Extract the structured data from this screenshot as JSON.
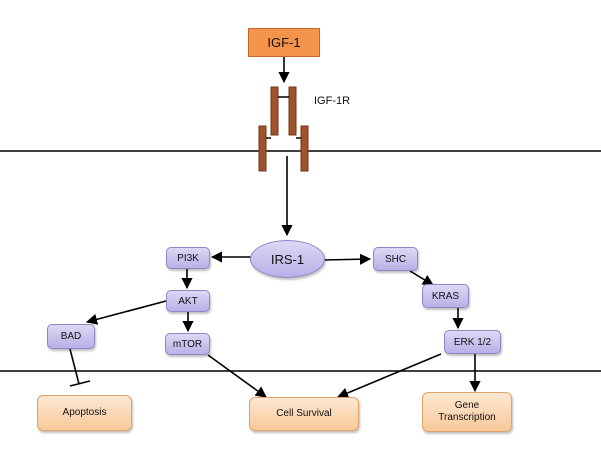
{
  "ligand": "IGF-1",
  "receptor": "IGF-1R",
  "hub": "IRS-1",
  "proteins": {
    "pi3k": "PI3K",
    "akt": "AKT",
    "mtor": "mTOR",
    "bad": "BAD",
    "shc": "SHC",
    "kras": "KRAS",
    "erk": "ERK 1/2"
  },
  "outcomes": {
    "apoptosis": "Apoptosis",
    "cell_survival": "Cell Survival",
    "gene_transcription": "Gene\nTranscription"
  },
  "colors": {
    "ligand": "#f4934a",
    "receptor": "#a0522d",
    "protein": "#c9c2ee",
    "outcome": "#fbd6b0"
  }
}
